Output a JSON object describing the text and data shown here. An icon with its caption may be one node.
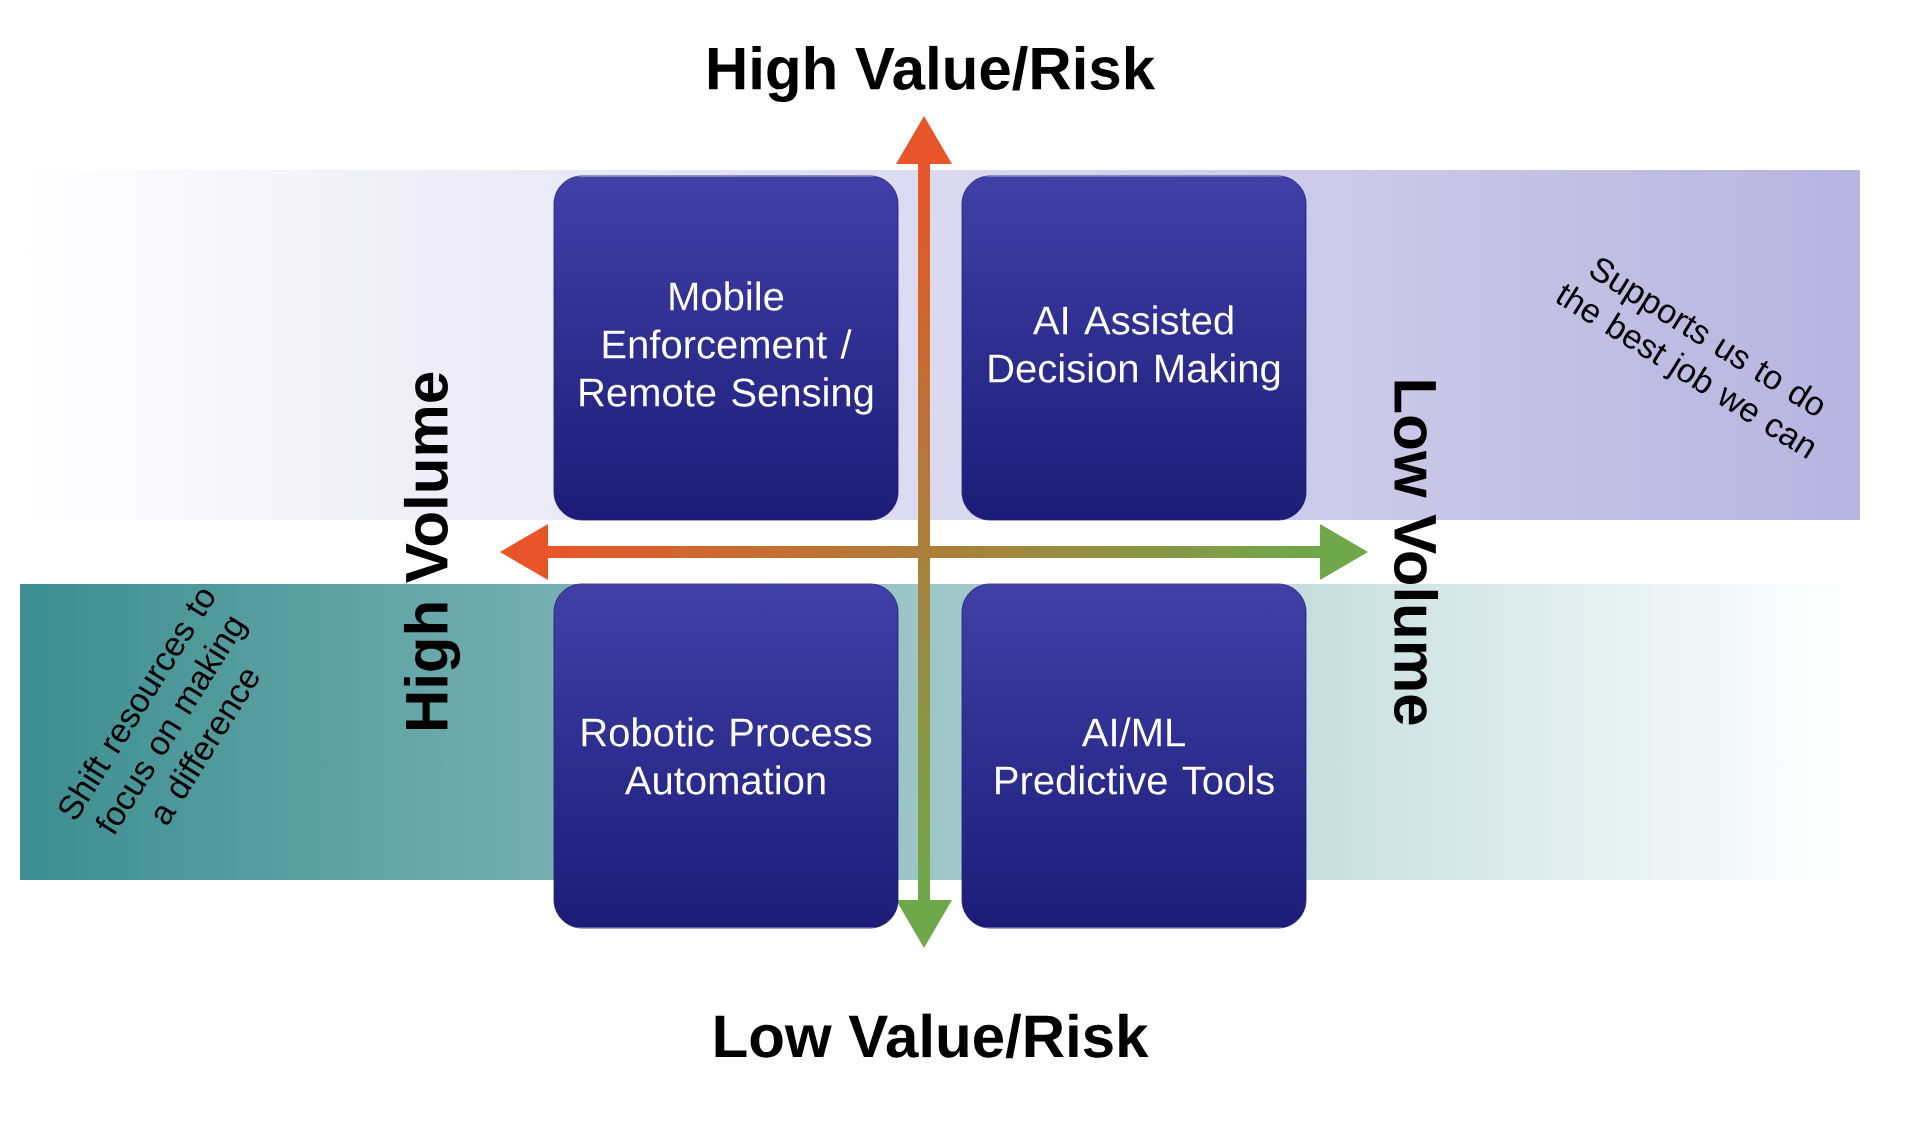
{
  "diagram": {
    "nodes": [
      {
        "text": [
          "Mobile Enforcement / Remote Sensing"
        ]
      },
      {
        "text": [
          "AI Assisted Decision Making"
        ]
      },
      {
        "text": [
          "Robotic Process Automation"
        ]
      },
      {
        "text": [
          "AI/ML Predictive Tools"
        ]
      }
    ],
    "labels": [
      "High Value/Risk",
      "Supports us to do the best job we can",
      "High Volume",
      "Low Volume",
      "Shift resources to focus on making a difference",
      "Low Value/Risk"
    ]
  }
}
